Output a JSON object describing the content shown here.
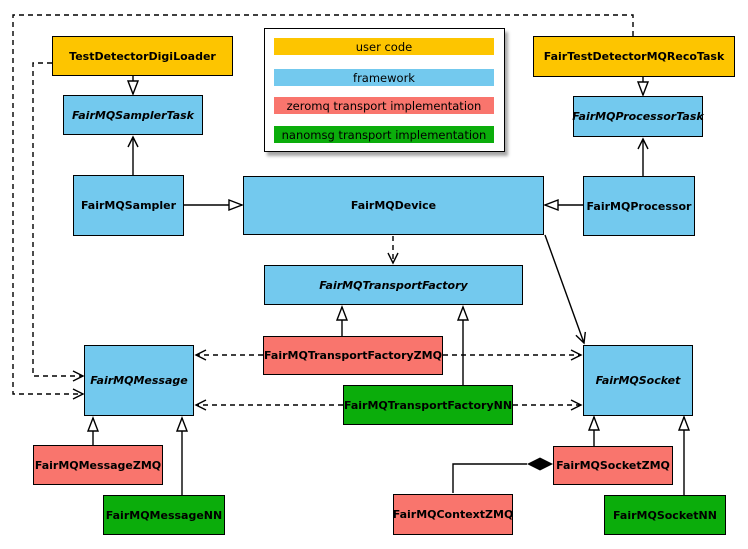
{
  "diagram_type": "uml-class-diagram",
  "subject": "FairMQ framework class hierarchy",
  "colors": {
    "user_code": "#fdc500",
    "framework": "#73c9ee",
    "zeromq": "#f9756d",
    "nanomsg": "#0bad0b",
    "outline": "#000000",
    "background": "#ffffff"
  },
  "legend": {
    "items": [
      {
        "label": "user code",
        "color": "#fdc500"
      },
      {
        "label": "framework",
        "color": "#73c9ee"
      },
      {
        "label": "zeromq transport implementation",
        "color": "#f9756d"
      },
      {
        "label": "nanomsg transport implementation",
        "color": "#0bad0b"
      }
    ]
  },
  "nodes": {
    "test_detector_digi_loader": {
      "label": "TestDetectorDigiLoader",
      "category": "user code",
      "abstract": false
    },
    "fair_test_detector_mq_reco_task": {
      "label": "FairTestDetectorMQRecoTask",
      "category": "user code",
      "abstract": false
    },
    "sampler_task": {
      "label": "FairMQSamplerTask",
      "category": "framework",
      "abstract": true
    },
    "processor_task": {
      "label": "FairMQProcessorTask",
      "category": "framework",
      "abstract": true
    },
    "sampler": {
      "label": "FairMQSampler",
      "category": "framework",
      "abstract": false
    },
    "device": {
      "label": "FairMQDevice",
      "category": "framework",
      "abstract": false
    },
    "processor": {
      "label": "FairMQProcessor",
      "category": "framework",
      "abstract": false
    },
    "transport_factory": {
      "label": "FairMQTransportFactory",
      "category": "framework",
      "abstract": true
    },
    "transport_factory_zmq": {
      "label": "FairMQTransportFactoryZMQ",
      "category": "zeromq",
      "abstract": false
    },
    "transport_factory_nn": {
      "label": "FairMQTransportFactoryNN",
      "category": "nanomsg",
      "abstract": false
    },
    "message": {
      "label": "FairMQMessage",
      "category": "framework",
      "abstract": true
    },
    "socket": {
      "label": "FairMQSocket",
      "category": "framework",
      "abstract": true
    },
    "message_zmq": {
      "label": "FairMQMessageZMQ",
      "category": "zeromq",
      "abstract": false
    },
    "message_nn": {
      "label": "FairMQMessageNN",
      "category": "nanomsg",
      "abstract": false
    },
    "socket_zmq": {
      "label": "FairMQSocketZMQ",
      "category": "zeromq",
      "abstract": false
    },
    "socket_nn": {
      "label": "FairMQSocketNN",
      "category": "nanomsg",
      "abstract": false
    },
    "context_zmq": {
      "label": "FairMQContextZMQ",
      "category": "zeromq",
      "abstract": false
    }
  },
  "relations": [
    {
      "from": "TestDetectorDigiLoader",
      "to": "FairMQSamplerTask",
      "kind": "inheritance"
    },
    {
      "from": "FairTestDetectorMQRecoTask",
      "to": "FairMQProcessorTask",
      "kind": "inheritance"
    },
    {
      "from": "FairMQSampler",
      "to": "FairMQDevice",
      "kind": "inheritance"
    },
    {
      "from": "FairMQProcessor",
      "to": "FairMQDevice",
      "kind": "inheritance"
    },
    {
      "from": "FairMQSampler",
      "to": "FairMQSamplerTask",
      "kind": "association"
    },
    {
      "from": "FairMQProcessor",
      "to": "FairMQProcessorTask",
      "kind": "association"
    },
    {
      "from": "FairMQDevice",
      "to": "FairMQTransportFactory",
      "kind": "dependency"
    },
    {
      "from": "FairMQDevice",
      "to": "FairMQSocket",
      "kind": "association"
    },
    {
      "from": "FairMQTransportFactoryZMQ",
      "to": "FairMQTransportFactory",
      "kind": "inheritance"
    },
    {
      "from": "FairMQTransportFactoryNN",
      "to": "FairMQTransportFactory",
      "kind": "inheritance"
    },
    {
      "from": "FairMQTransportFactoryZMQ",
      "to": "FairMQMessage",
      "kind": "dependency"
    },
    {
      "from": "FairMQTransportFactoryZMQ",
      "to": "FairMQSocket",
      "kind": "dependency"
    },
    {
      "from": "FairMQTransportFactoryNN",
      "to": "FairMQMessage",
      "kind": "dependency"
    },
    {
      "from": "FairMQTransportFactoryNN",
      "to": "FairMQSocket",
      "kind": "dependency"
    },
    {
      "from": "TestDetectorDigiLoader",
      "to": "FairMQMessage",
      "kind": "dependency"
    },
    {
      "from": "FairTestDetectorMQRecoTask",
      "to": "FairMQMessage",
      "kind": "dependency"
    },
    {
      "from": "FairMQMessageZMQ",
      "to": "FairMQMessage",
      "kind": "inheritance"
    },
    {
      "from": "FairMQMessageNN",
      "to": "FairMQMessage",
      "kind": "inheritance"
    },
    {
      "from": "FairMQSocketZMQ",
      "to": "FairMQSocket",
      "kind": "inheritance"
    },
    {
      "from": "FairMQSocketNN",
      "to": "FairMQSocket",
      "kind": "inheritance"
    },
    {
      "from": "FairMQSocketZMQ",
      "to": "FairMQContextZMQ",
      "kind": "composition"
    }
  ]
}
